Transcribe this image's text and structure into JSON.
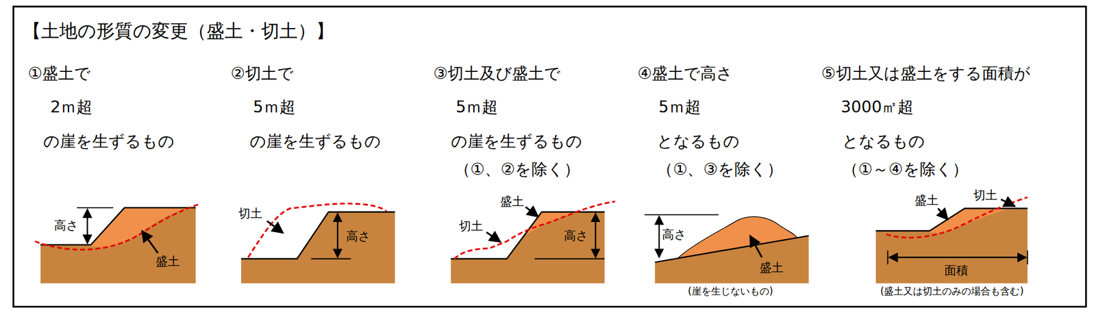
{
  "diagram": {
    "nodes": [
      {
        "text": [
          "【土地の形質の変更（盛土・切土）】"
        ]
      }
    ],
    "labels": [
      "①盛土で",
      "2ｍ超",
      "の崖を生ずるもの",
      "②切土で",
      "5ｍ超",
      "の崖を生ずるもの",
      "③切土及び盛土で",
      "5ｍ超",
      "の崖を生ずるもの",
      "（①、②を除く）",
      "④盛土で高さ",
      "5ｍ超",
      "となるもの",
      "（①、③を除く）",
      "⑤切土又は盛土をする面積が",
      "3000㎡超",
      "となるもの",
      "（①～④を除く）",
      "高さ",
      "盛土",
      "切土",
      "高さ",
      "盛土",
      "切土",
      "高さ",
      "高さ",
      "盛土",
      "(崖を生じないもの)",
      "盛土",
      "切土",
      "面積",
      "(盛土又は切土のみの場合も含む)"
    ]
  }
}
